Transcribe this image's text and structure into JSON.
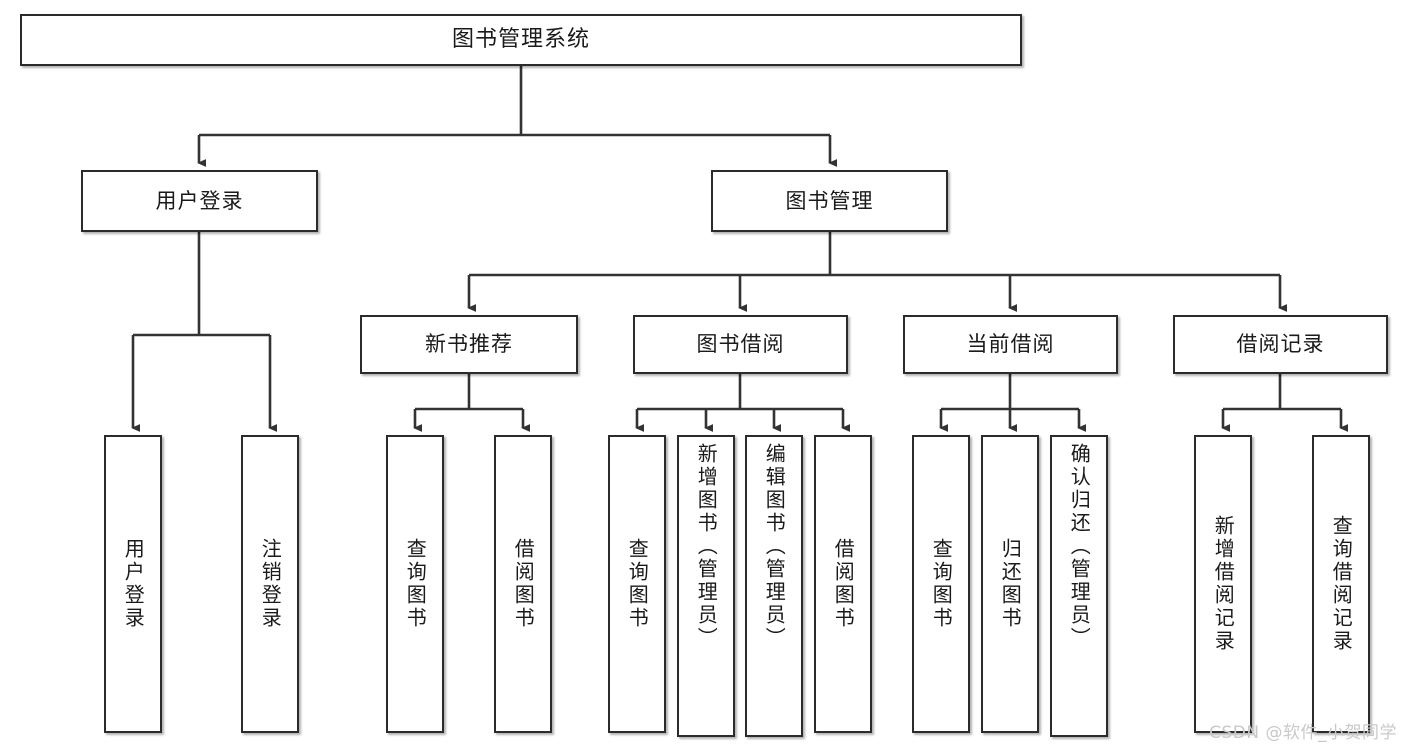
{
  "diagram": {
    "title": "图书管理系统",
    "type": "tree",
    "root": {
      "label": "图书管理系统"
    },
    "level2": [
      {
        "label": "用户登录"
      },
      {
        "label": "图书管理"
      }
    ],
    "level3": [
      {
        "label": "新书推荐"
      },
      {
        "label": "图书借阅"
      },
      {
        "label": "当前借阅"
      },
      {
        "label": "借阅记录"
      }
    ],
    "leaves": {
      "user_login": [
        {
          "label": "用户登录"
        },
        {
          "label": "注销登录"
        }
      ],
      "new_book_recommend": [
        {
          "label": "查询图书"
        },
        {
          "label": "借阅图书"
        }
      ],
      "book_borrow": [
        {
          "label": "查询图书"
        },
        {
          "label": "新增图书（管理员）"
        },
        {
          "label": "编辑图书（管理员）"
        },
        {
          "label": "借阅图书"
        }
      ],
      "current_borrow": [
        {
          "label": "查询图书"
        },
        {
          "label": "归还图书"
        },
        {
          "label": "确认归还（管理员）"
        }
      ],
      "borrow_record": [
        {
          "label": "新增借阅记录"
        },
        {
          "label": "查询借阅记录"
        }
      ]
    }
  },
  "watermark": {
    "text": "CSDN @软件_小贺同学"
  },
  "colors": {
    "box_border": "#2b2b2b",
    "box_fill": "#ffffff",
    "text": "#1a1a1a",
    "connector": "#333333",
    "watermark": "#c9c9c9"
  }
}
